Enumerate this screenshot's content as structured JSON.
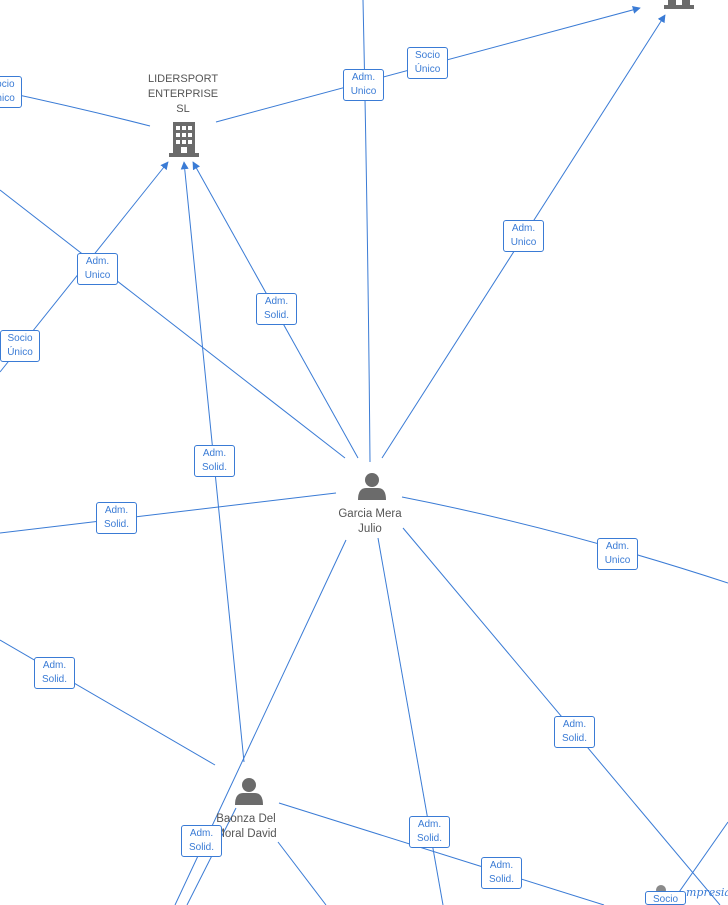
{
  "nodes": {
    "company_main": {
      "name": "LIDERSPORT\nENTERPRISE\nSL",
      "icon": "building-icon"
    },
    "company_top_right": {
      "icon": "building-icon"
    },
    "person_main": {
      "name": "Garcia Mera\nJulio",
      "icon": "person-icon"
    },
    "person_secondary": {
      "name": "Baonza Del\nMoral David",
      "icon": "person-icon"
    }
  },
  "edge_labels": [
    "Socio\nÚnico",
    "Adm.\nUnico",
    "Socio\nÚnico",
    "Adm.\nUnico",
    "Adm.\nUnico",
    "Adm.\nSolid.",
    "Socio\nÚnico",
    "Adm.\nSolid.",
    "Adm.\nSolid.",
    "Adm.\nUnico",
    "Adm.\nSolid.",
    "Adm.\nSolid.",
    "Adm.\nSolid.",
    "Adm.\nSolid.",
    "Adm.\nSolid.",
    "Socio"
  ],
  "watermark": "mpresia",
  "colors": {
    "edge": "#3a7bd5",
    "node_icon": "#6b6b6b",
    "text": "#555555"
  }
}
